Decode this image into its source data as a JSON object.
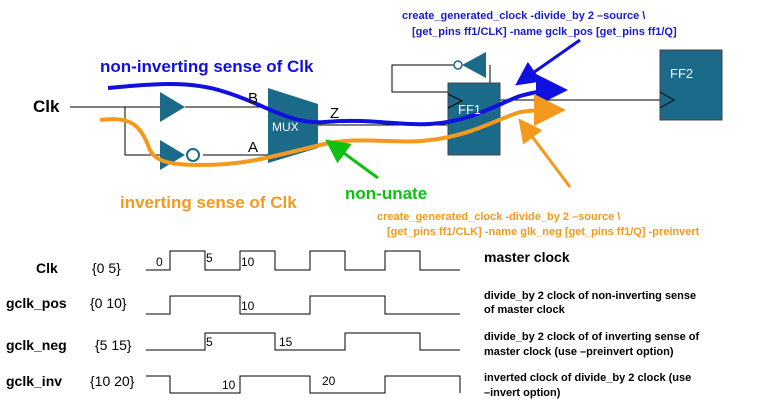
{
  "labels": {
    "clk": "Clk",
    "non_inverting": "non-inverting sense of Clk",
    "inverting": "inverting sense of Clk",
    "non_unate": "non-unate",
    "mux": "MUX",
    "pin_b": "B",
    "pin_a": "A",
    "pin_z": "Z",
    "ff1": "FF1",
    "ff2": "FF2"
  },
  "commands": {
    "pos_line1": "create_generated_clock -divide_by 2 –source \\",
    "pos_line2": "[get_pins ff1/CLK] -name gclk_pos   [get_pins ff1/Q]",
    "neg_line1": "create_generated_clock -divide_by 2 –source \\",
    "neg_line2": "[get_pins ff1/CLK] -name glk_neg [get_pins ff1/Q] -preinvert"
  },
  "waveforms": [
    {
      "name": "Clk",
      "edges": "{0 5}",
      "marks": [
        "0",
        "5",
        "10"
      ],
      "desc": [
        "master  clock"
      ]
    },
    {
      "name": "gclk_pos",
      "edges": "{0 10}",
      "marks": [
        "10"
      ],
      "desc": [
        "divide_by  2 clock of non-inverting sense",
        "of master clock"
      ]
    },
    {
      "name": "gclk_neg",
      "edges": "{5 15}",
      "marks": [
        "5",
        "15"
      ],
      "desc": [
        "divide_by  2 clock of of inverting sense of",
        "master clock (use –preinvert option)"
      ]
    },
    {
      "name": "gclk_inv",
      "edges": "{10 20}",
      "marks": [
        "10",
        "20"
      ],
      "desc": [
        "inverted clock  of divide_by 2 clock (use",
        "–invert option)"
      ]
    }
  ],
  "colors": {
    "blue_path": "#1010e0",
    "orange_path": "#f39a1e",
    "green_arrow": "#10c010",
    "cell_fill": "#1b6a8a",
    "cmd_blue": "#1a1ad0",
    "cmd_orange": "#f39a1e"
  }
}
